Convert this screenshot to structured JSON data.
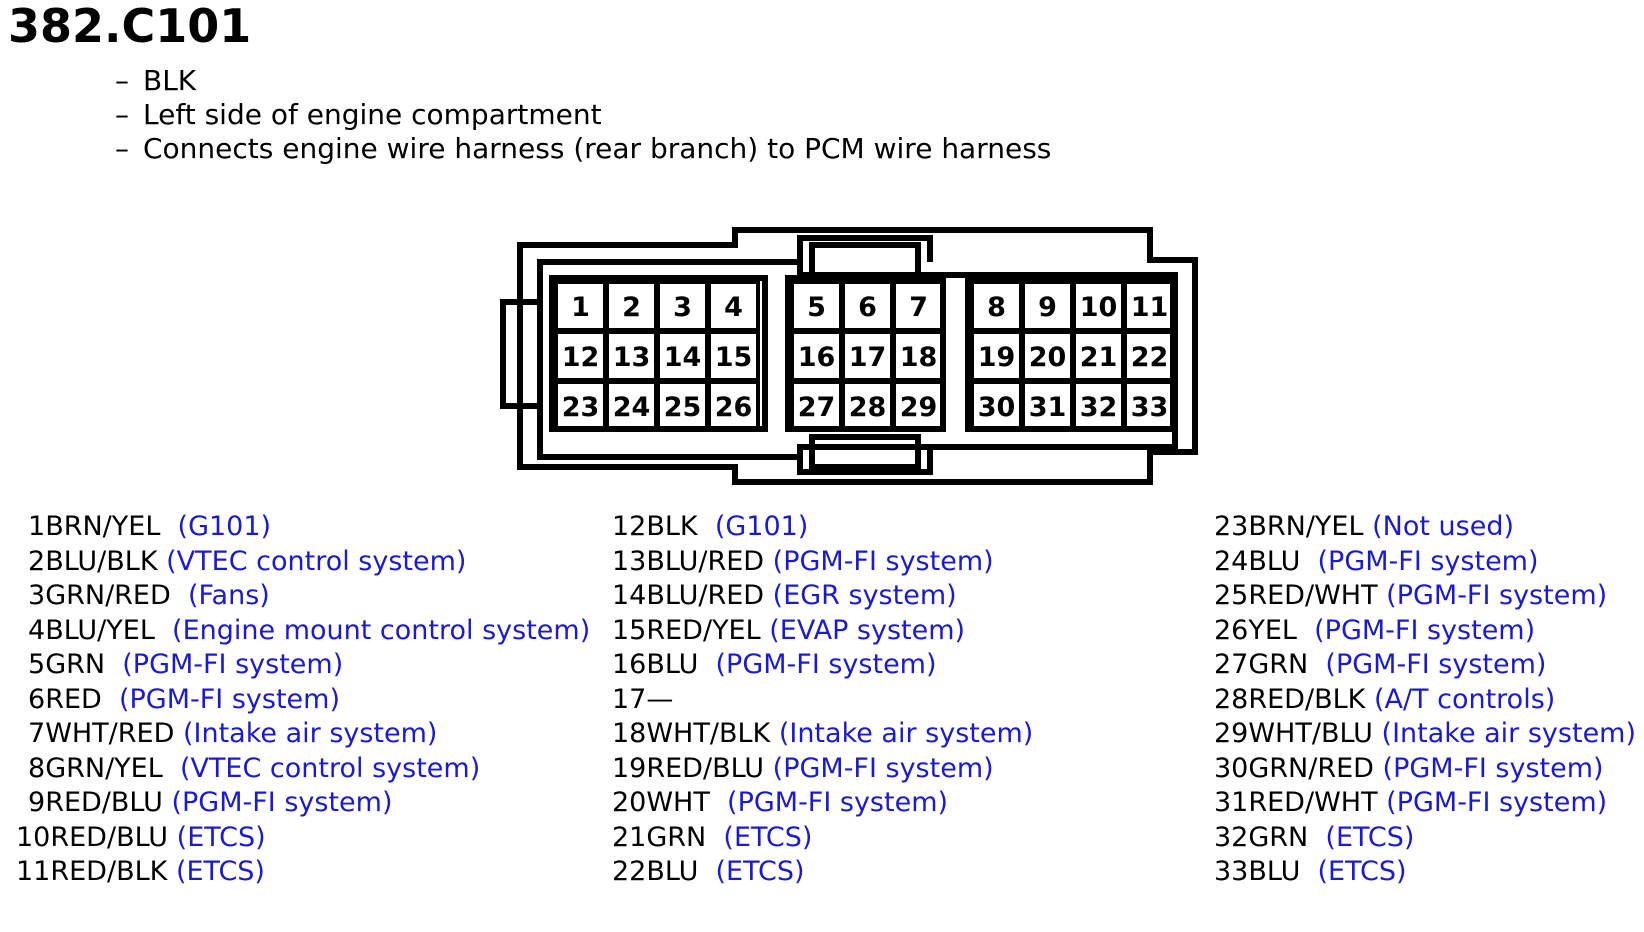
{
  "title": "382.C101",
  "details": [
    "BLK",
    "Left side of engine compartment",
    "Connects engine wire harness (rear branch) to PCM wire harness"
  ],
  "bullet_char": "–",
  "colors": {
    "text": "#000000",
    "system_link": "#1a1ad4",
    "outline": "#000000"
  },
  "pin_grid": [
    [
      "1",
      "2",
      "3",
      "4",
      "5",
      "6",
      "7",
      "8",
      "9",
      "10",
      "11"
    ],
    [
      "12",
      "13",
      "14",
      "15",
      "16",
      "17",
      "18",
      "19",
      "20",
      "21",
      "22"
    ],
    [
      "23",
      "24",
      "25",
      "26",
      "27",
      "28",
      "29",
      "30",
      "31",
      "32",
      "33"
    ]
  ],
  "pins": [
    {
      "num": "1",
      "color": "BRN/YEL",
      "gap": "  ",
      "system": "(G101)"
    },
    {
      "num": "2",
      "color": "BLU/BLK",
      "gap": " ",
      "system": "(VTEC control system)"
    },
    {
      "num": "3",
      "color": "GRN/RED",
      "gap": "  ",
      "system": "(Fans)"
    },
    {
      "num": "4",
      "color": "BLU/YEL",
      "gap": "  ",
      "system": "(Engine mount control system)"
    },
    {
      "num": "5",
      "color": "GRN",
      "gap": "  ",
      "system": "(PGM-FI system)"
    },
    {
      "num": "6",
      "color": "RED",
      "gap": "  ",
      "system": "(PGM-FI system)"
    },
    {
      "num": "7",
      "color": "WHT/RED",
      "gap": " ",
      "system": "(Intake air system)"
    },
    {
      "num": "8",
      "color": "GRN/YEL",
      "gap": "  ",
      "system": "(VTEC control system)"
    },
    {
      "num": "9",
      "color": "RED/BLU",
      "gap": " ",
      "system": "(PGM-FI system)"
    },
    {
      "num": "10",
      "color": "RED/BLU",
      "gap": " ",
      "system": "(ETCS)"
    },
    {
      "num": "11",
      "color": "RED/BLK",
      "gap": " ",
      "system": "(ETCS)"
    },
    {
      "num": "12",
      "color": "BLK",
      "gap": "  ",
      "system": "(G101)"
    },
    {
      "num": "13",
      "color": "BLU/RED",
      "gap": " ",
      "system": "(PGM-FI system)"
    },
    {
      "num": "14",
      "color": "BLU/RED",
      "gap": " ",
      "system": "(EGR system)"
    },
    {
      "num": "15",
      "color": "RED/YEL",
      "gap": " ",
      "system": "(EVAP system)"
    },
    {
      "num": "16",
      "color": "BLU",
      "gap": "  ",
      "system": "(PGM-FI system)"
    },
    {
      "num": "17",
      "color": "—",
      "gap": "",
      "system": ""
    },
    {
      "num": "18",
      "color": "WHT/BLK",
      "gap": " ",
      "system": "(Intake air system)"
    },
    {
      "num": "19",
      "color": "RED/BLU",
      "gap": " ",
      "system": "(PGM-FI system)"
    },
    {
      "num": "20",
      "color": "WHT",
      "gap": "  ",
      "system": "(PGM-FI system)"
    },
    {
      "num": "21",
      "color": "GRN",
      "gap": "  ",
      "system": "(ETCS)"
    },
    {
      "num": "22",
      "color": "BLU",
      "gap": "  ",
      "system": "(ETCS)"
    },
    {
      "num": "23",
      "color": "BRN/YEL",
      "gap": " ",
      "system": "(Not used)"
    },
    {
      "num": "24",
      "color": "BLU",
      "gap": "  ",
      "system": "(PGM-FI system)"
    },
    {
      "num": "25",
      "color": "RED/WHT",
      "gap": " ",
      "system": "(PGM-FI system)"
    },
    {
      "num": "26",
      "color": "YEL",
      "gap": "  ",
      "system": "(PGM-FI system)"
    },
    {
      "num": "27",
      "color": "GRN",
      "gap": "  ",
      "system": "(PGM-FI system)"
    },
    {
      "num": "28",
      "color": "RED/BLK",
      "gap": " ",
      "system": "(A/T controls)"
    },
    {
      "num": "29",
      "color": "WHT/BLU",
      "gap": " ",
      "system": "(Intake air system)"
    },
    {
      "num": "30",
      "color": "GRN/RED",
      "gap": " ",
      "system": "(PGM-FI system)"
    },
    {
      "num": "31",
      "color": "RED/WHT",
      "gap": " ",
      "system": "(PGM-FI system)"
    },
    {
      "num": "32",
      "color": "GRN",
      "gap": "  ",
      "system": "(ETCS)"
    },
    {
      "num": "33",
      "color": "BLU",
      "gap": "  ",
      "system": "(ETCS)"
    }
  ]
}
